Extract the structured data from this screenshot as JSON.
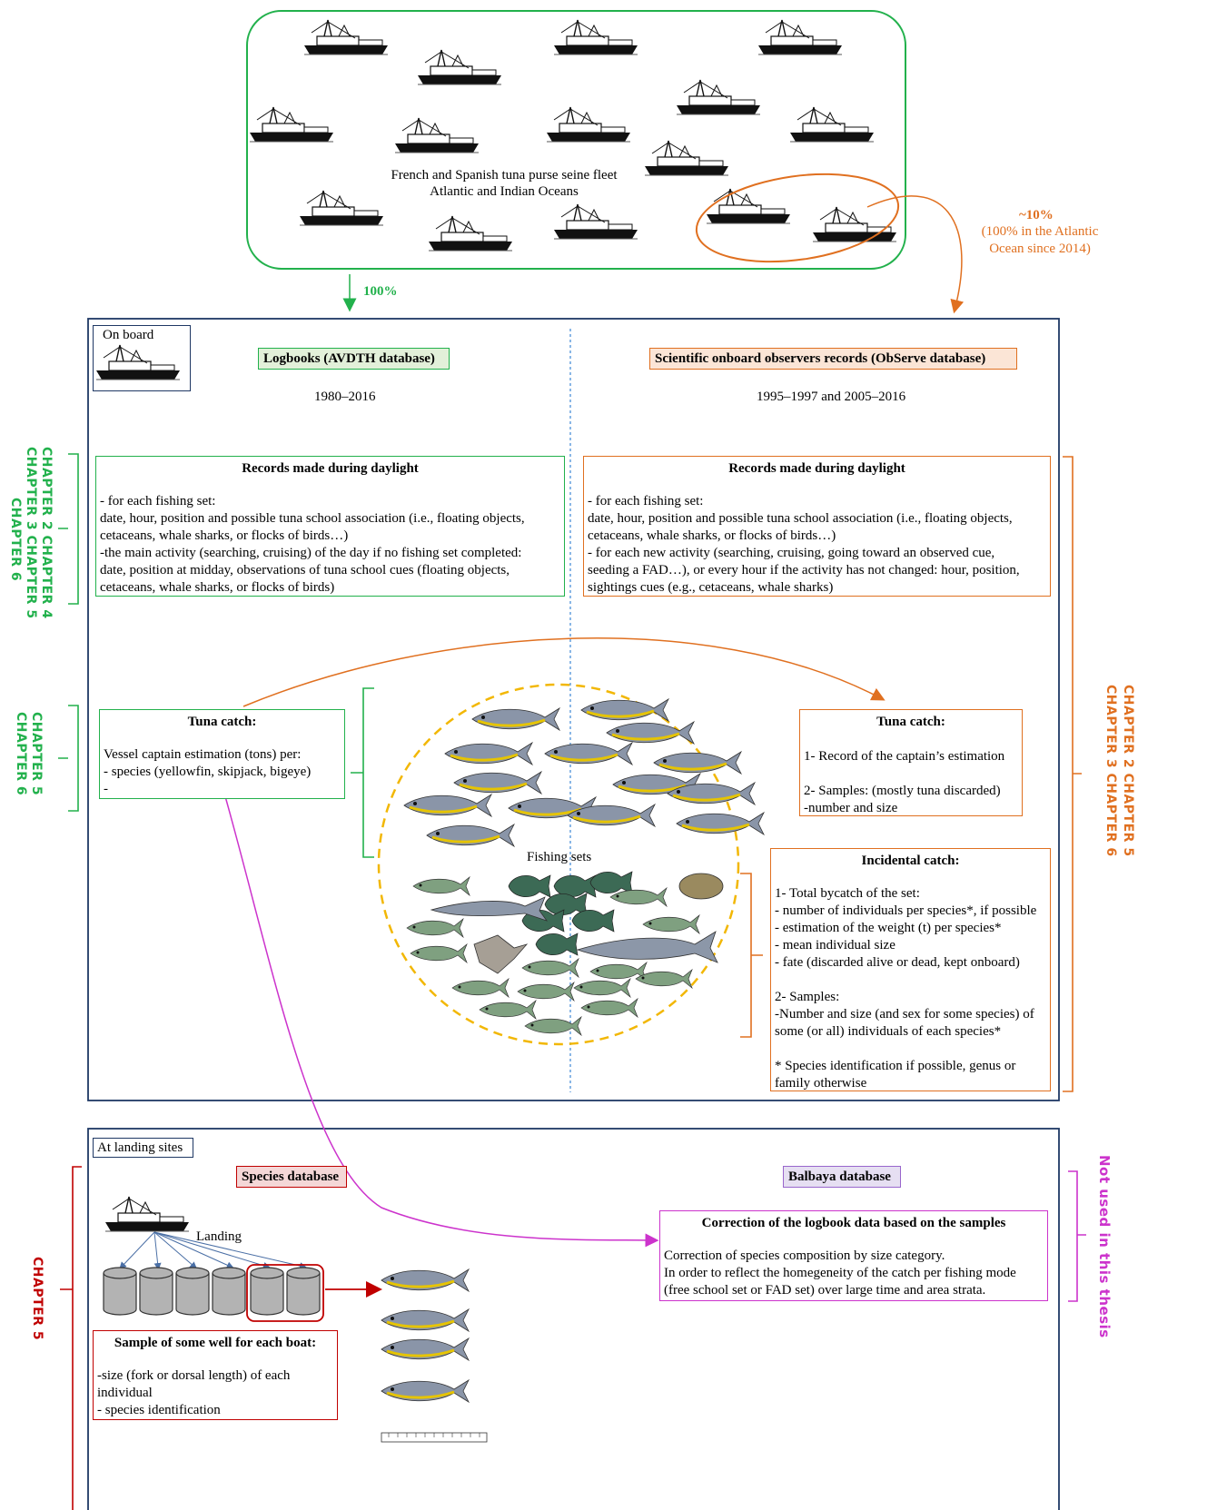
{
  "fleet": {
    "label_line1": "French and Spanish tuna purse seine fleet",
    "label_line2": "Atlantic and Indian Oceans",
    "coverage_logbooks": "100%",
    "coverage_observers": "~10%",
    "coverage_observers_note": "(100% in the Atlantic\nOcean since 2014)"
  },
  "onboard": {
    "tag": "On board",
    "logbooks_title": "Logbooks (AVDTH database)",
    "logbooks_period": "1980–2016",
    "observers_title": "Scientific onboard observers records (ObServe database)",
    "observers_period": "1995–1997 and 2005–2016",
    "left_records_title": "Records made during daylight",
    "left_records_body": "- for each fishing set:\ndate, hour, position and possible tuna school association (i.e., floating objects,\ncetaceans, whale sharks, or flocks of birds…)\n-the main activity (searching, cruising) of the day if no fishing set completed:\ndate, position at midday, observations of tuna school cues (floating objects,\ncetaceans, whale sharks, or flocks of birds)",
    "right_records_title": "Records made during daylight",
    "right_records_body": "- for each fishing set:\ndate, hour, position and possible tuna school association (i.e., floating objects,\ncetaceans, whale sharks, or flocks of birds…)\n- for each new activity (searching, cruising, going toward an observed cue,\nseeding a FAD…), or every hour if the activity has not changed: hour, position,\nsightings cues (e.g., cetaceans, whale sharks)",
    "left_tuna_title": "Tuna catch:",
    "left_tuna_body": "Vessel captain estimation (tons) per:\n- species (yellowfin, skipjack, bigeye)\n-",
    "right_tuna_title": "Tuna catch:",
    "right_tuna_body": "1- Record of the captain’s estimation\n\n2- Samples: (mostly tuna discarded)\n-number and size",
    "fishing_sets_label": "Fishing sets",
    "incidental_title": "Incidental catch:",
    "incidental_body": "1- Total bycatch of the set:\n- number of individuals per species*, if possible\n- estimation of the weight (t) per species*\n- mean individual size\n- fate (discarded alive or dead, kept onboard)\n\n2- Samples:\n-Number and size (and sex for some species) of\nsome (or all) individuals of each species*\n\n* Species identification if possible, genus or\nfamily otherwise"
  },
  "landing": {
    "tag": "At landing sites",
    "species_db_title": "Species database",
    "balbaya_title": "Balbaya database",
    "landing_label": "Landing",
    "sample_title": "Sample of some well for each boat:",
    "sample_body": "-size (fork or dorsal length) of each\nindividual\n- species identification",
    "correction_title": "Correction of the logbook data based on the samples",
    "correction_body": "Correction of species composition by size category.\nIn order to reflect the homegeneity of the catch per fishing mode\n(free school set or FAD set) over large time and area strata."
  },
  "chapters": {
    "left_records_col1": "CHAPTER  2  CHAPTER  4",
    "left_records_col2": "CHAPTER  3  CHAPTER  5",
    "left_records_col3": "CHAPTER  6",
    "left_tuna_col1": "CHAPTER  5",
    "left_tuna_col2": "CHAPTER  6",
    "right_col1": "CHAPTER  2     CHAPTER  5",
    "right_col2": "CHAPTER  3     CHAPTER  6",
    "landing_left": "CHAPTER  5",
    "not_used": "Not used in this thesis"
  },
  "colors": {
    "green": "#22b14c",
    "orange": "#e07020",
    "navy": "#1f3864",
    "red": "#c00000",
    "magenta": "#cc33cc",
    "yellow_dash": "#f2b705"
  }
}
